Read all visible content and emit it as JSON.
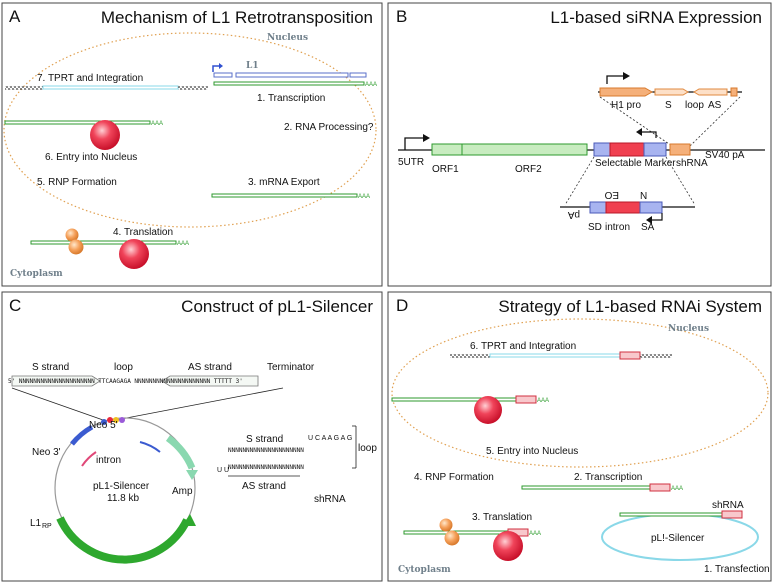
{
  "panelA": {
    "letter": "A",
    "title": "Mechanism of L1 Retrotransposition",
    "nucleus": "Nucleus",
    "cytoplasm": "Cytoplasm",
    "l1": "L1",
    "aaa": "AAA",
    "steps": {
      "s1": "1. Transcription",
      "s2": "2. RNA Processing?",
      "s3": "3. mRNA Export",
      "s4": "4. Translation",
      "s5": "5. RNP Formation",
      "s6": "6. Entry into Nucleus",
      "s7": "7. TPRT and Integration"
    }
  },
  "panelB": {
    "letter": "B",
    "title": "L1-based siRNA Expression",
    "h1pro": "H1 pro",
    "s": "S",
    "loop": "loop",
    "as": "AS",
    "utr": "5UTR",
    "orf1": "ORF1",
    "orf2": "ORF2",
    "marker": "Selectable Marker",
    "shrna": "shRNA",
    "sv40": "SV40 pA",
    "eo": "EO",
    "n": "N",
    "pa": "pA",
    "sd": "SD",
    "intron": "intron",
    "sa": "SA"
  },
  "panelC": {
    "letter": "C",
    "title": "Construct of pL1-Silencer",
    "sstrand": "S strand",
    "loop": "loop",
    "asstrand": "AS strand",
    "terminator": "Terminator",
    "seq": "5' NNNNNNNNNNNNNNNNNNNNN TTCAAGAGA NNNNNNNNNNNNNNNNNNNNN TTTTT 3'",
    "neo5": "Neo 5'",
    "neo3": "Neo 3'",
    "intron": "intron",
    "amp": "Amp",
    "plasmid": "pL1-Silencer",
    "size": "11.8 kb",
    "l1rp": "L1",
    "l1rp_sub": "RP",
    "hp_sstrand": "S strand",
    "hp_top": "NNNNNNNNNNNNNNNNNNNNN",
    "hp_bottom": "NNNNNNNNNNNNNNNNNNNNN",
    "hp_uu": "U U",
    "hp_loopbases": "U C A A G A G",
    "hp_loop": "loop",
    "hp_asstrand": "AS strand",
    "hp_shrna": "shRNA"
  },
  "panelD": {
    "letter": "D",
    "title": "Strategy of L1-based RNAi System",
    "nucleus": "Nucleus",
    "cytoplasm": "Cytoplasm",
    "aaa": "AAA",
    "shrna": "shRNA",
    "plasmid": "pL!-Silencer",
    "steps": {
      "s1": "1. Transfection",
      "s2": "2. Transcription",
      "s3": "3. Translation",
      "s4": "4. RNP Formation",
      "s5": "5. Entry into Nucleus",
      "s6": "6. TPRT and Integration"
    }
  },
  "colors": {
    "green": "#2e9a2e",
    "blue": "#5a6fc8",
    "cyan": "#8ad8e8",
    "red": "#e8283c",
    "orange": "#f5a060",
    "nucleus": "#e0a050",
    "dna": "#555555"
  }
}
